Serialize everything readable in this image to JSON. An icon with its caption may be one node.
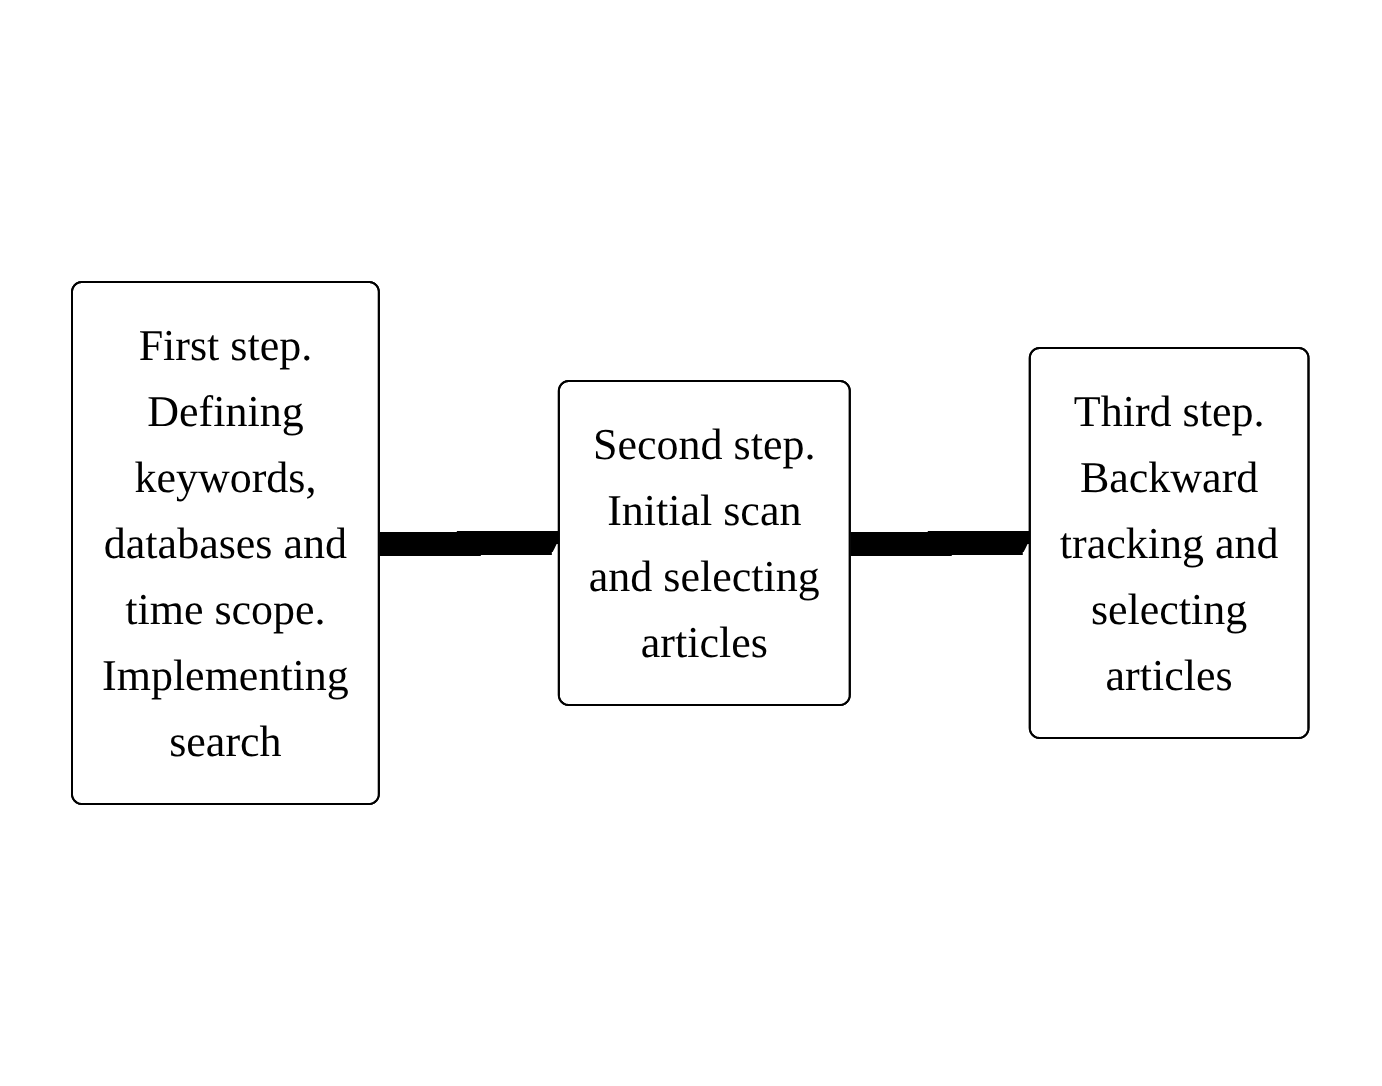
{
  "diagram": {
    "nodes": [
      {
        "text": [
          "First step. Defining keywords, databases and time scope. Implementing search"
        ]
      },
      {
        "text": [
          "Second step. Initial scan and selecting articles"
        ]
      },
      {
        "text": [
          "Third step. Backward tracking and selecting articles"
        ]
      }
    ],
    "edges": [
      {
        "from": 0,
        "to": 1,
        "arrow": "to"
      },
      {
        "from": 1,
        "to": 2,
        "arrow": "to"
      }
    ]
  }
}
